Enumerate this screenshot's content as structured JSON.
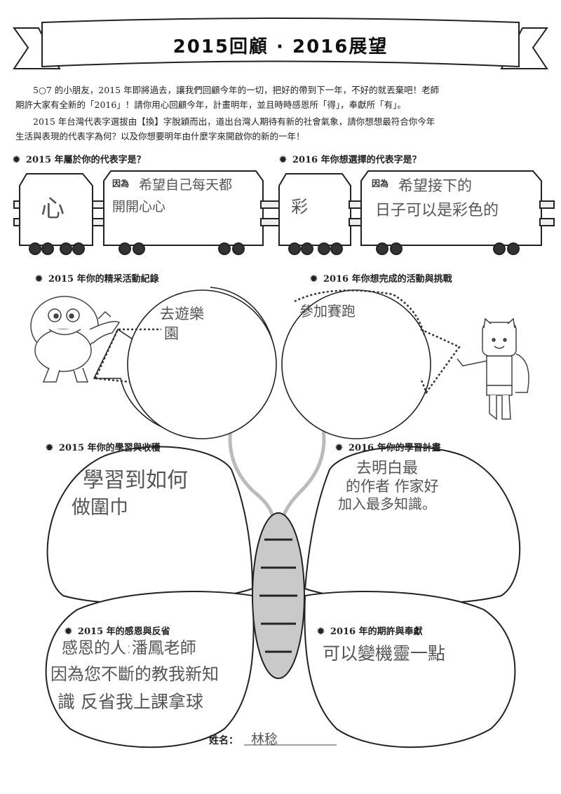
{
  "title": "2015回顧 · 2016展望",
  "intro": {
    "line1": "5○7 的小朋友，2015 年即將過去，讓我們回顧今年的一切，把好的帶到下一年，不好的就丟棄吧！老師",
    "line2": "期許大家有全新的「2016」！請你用心回顧今年，計畫明年，並且時時感恩所「得」，奉獻所「有」。",
    "line3": "2015 年台灣代表字選拔由【換】字脫穎而出，道出台灣人期待有新的社會氣象，請你想想最符合你今年",
    "line4": "生活與表現的代表字為何？以及你想要明年由什麼字來開啟你的新的一年！"
  },
  "sections": {
    "word2015": "2015 年屬於你的代表字是？",
    "word2016": "2016 年你想選擇的代表字是？",
    "activity2015": "2015 年你的精采活動紀錄",
    "activity2016": "2016 年你想完成的活動與挑戰",
    "learning2015": "2015 年你的學習與收穫",
    "learning2016": "2016 年你的學習計畫",
    "reflection2015": "2015 年的感恩與反省",
    "expect2016": "2016 年的期許與奉獻"
  },
  "star": "✹",
  "because_label": "因為",
  "answers": {
    "char2015": "心",
    "reason2015_line1": "希望自己每天都",
    "reason2015_line2": "開開心心",
    "char2016": "彩",
    "reason2016_line1": "希望接下的",
    "reason2016_line2": "日子可以是彩色的",
    "activity2015_line1": "去遊樂",
    "activity2015_line2": "園",
    "activity2016": "參加賽跑",
    "learning2015_line1": "學習到如何",
    "learning2015_line2": "做圍巾",
    "learning2016_line1": "去明白最",
    "learning2016_line2": "的作者 作家好",
    "learning2016_line3": "加入最多知識。",
    "reflection2015_line1": "感恩的人:潘鳳老師",
    "reflection2015_line2": "因為您不斷的教我新知",
    "reflection2015_line3": "識 反省我上課拿球",
    "expect2016": "可以變機靈一點"
  },
  "name_label": "姓名：",
  "name_value": "林稔"
}
